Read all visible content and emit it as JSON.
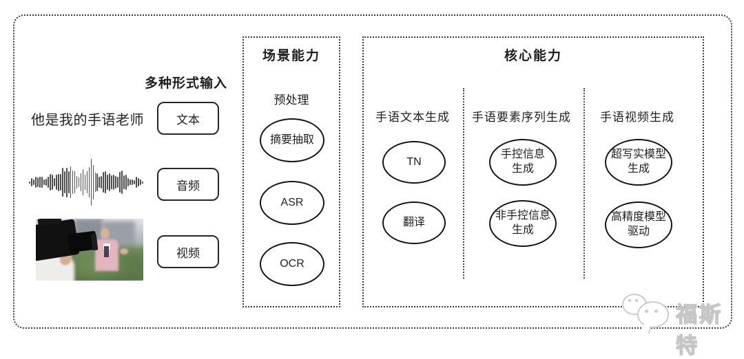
{
  "input_section": {
    "label": "多种形式输入",
    "text_example": "他是我的手语老师",
    "items": [
      {
        "label": "文本"
      },
      {
        "label": "音频"
      },
      {
        "label": "视频"
      }
    ]
  },
  "scene_capability": {
    "title": "场景能力",
    "subtitle": "预处理",
    "nodes": [
      "摘要抽取",
      "ASR",
      "OCR"
    ]
  },
  "core_capability": {
    "title": "核心能力",
    "columns": [
      {
        "label": "手语文本生成",
        "nodes": [
          "TN",
          "翻译"
        ]
      },
      {
        "label": "手语要素序列生成",
        "nodes": [
          [
            "手控信息",
            "生成"
          ],
          [
            "非手控信息",
            "生成"
          ]
        ]
      },
      {
        "label": "手语视频生成",
        "nodes": [
          [
            "超写实模型",
            "生成"
          ],
          [
            "高精度模型",
            "驱动"
          ]
        ]
      }
    ]
  },
  "watermark": {
    "brand_text": "福斯特",
    "icon": "wechat-chat-bubbles-icon"
  },
  "colors": {
    "ink": "#1f1f1f",
    "dotted_border": "#3a3a3a",
    "watermark_gray": "#c6c6c6"
  }
}
